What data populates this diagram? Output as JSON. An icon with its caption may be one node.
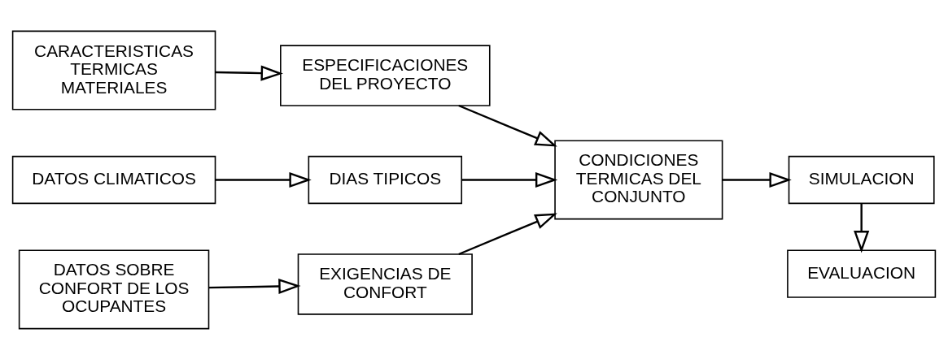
{
  "diagram": {
    "nodes": [
      {
        "text": [
          "CARACTERISTICAS TERMICAS MATERIALES"
        ]
      },
      {
        "text": [
          "ESPECIFICACIONES DEL PROYECTO"
        ]
      },
      {
        "text": [
          "DATOS CLIMATICOS"
        ]
      },
      {
        "text": [
          "DIAS TIPICOS"
        ]
      },
      {
        "text": [
          "CONDICIONES TERMICAS DEL CONJUNTO"
        ]
      },
      {
        "text": [
          "SIMULACION"
        ]
      },
      {
        "text": [
          "DATOS SOBRE CONFORT DE LOS OCUPANTES"
        ]
      },
      {
        "text": [
          "EXIGENCIAS DE CONFORT"
        ]
      },
      {
        "text": [
          "EVALUACION"
        ]
      }
    ],
    "edges": [
      {
        "from": 0,
        "to": 1,
        "arrow": "to"
      },
      {
        "from": 1,
        "to": 4,
        "arrow": "to"
      },
      {
        "from": 2,
        "to": 3,
        "arrow": "to"
      },
      {
        "from": 3,
        "to": 4,
        "arrow": "to"
      },
      {
        "from": 6,
        "to": 7,
        "arrow": "to"
      },
      {
        "from": 7,
        "to": 4,
        "arrow": "to"
      },
      {
        "from": 4,
        "to": 5,
        "arrow": "to"
      },
      {
        "from": 5,
        "to": 8,
        "arrow": "to"
      }
    ]
  }
}
